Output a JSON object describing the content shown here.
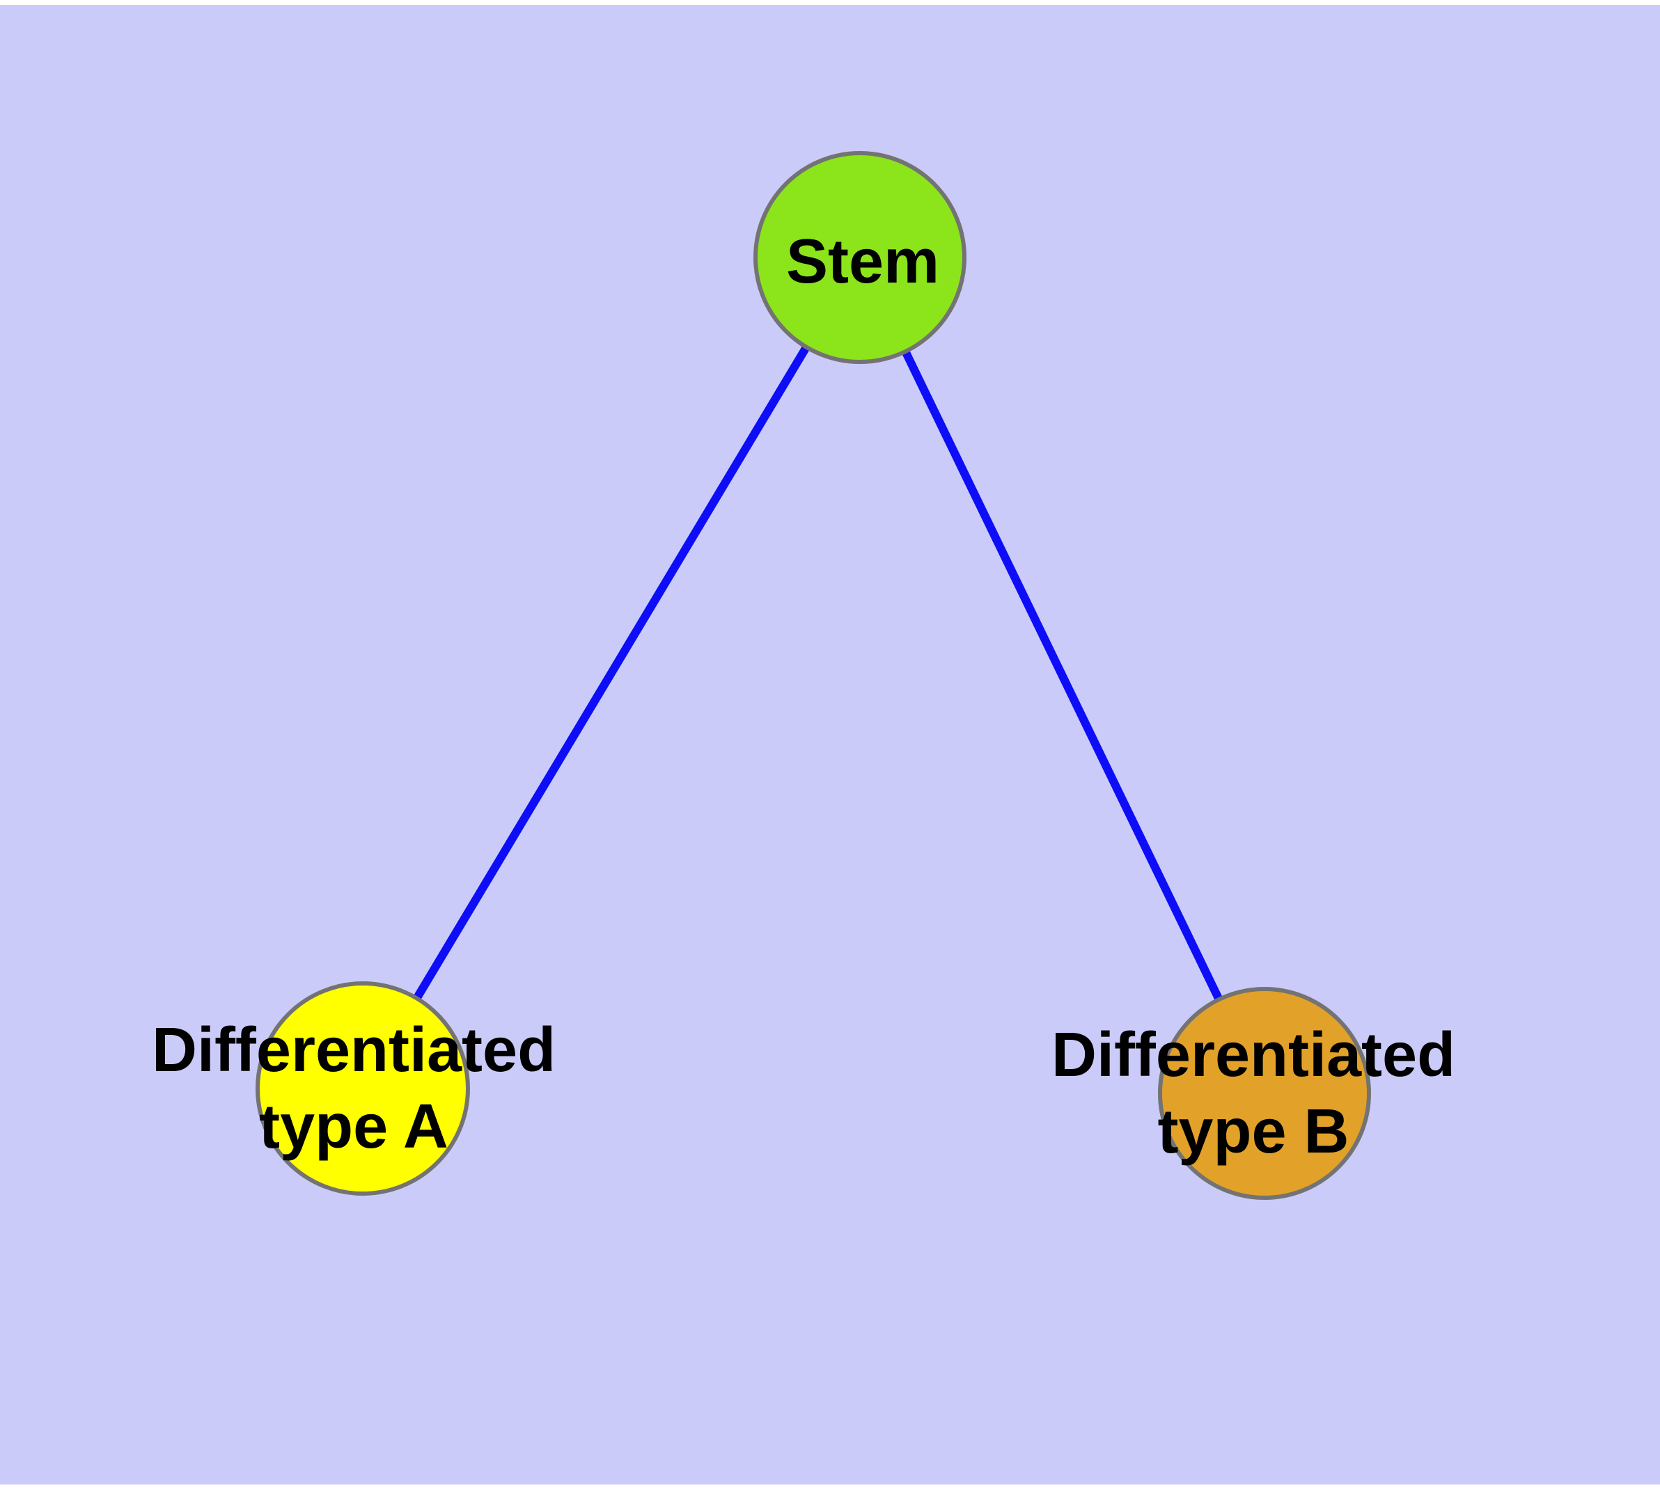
{
  "figure": {
    "type": "graph-diagram",
    "background_color": "#CBCBF9",
    "margin_color": "#FFFFFF",
    "edge_color": "#0D0DF8",
    "node_border_color": "#737373",
    "text_color": "#000000",
    "nodes": [
      {
        "id": "stem",
        "label": "Stem",
        "lines": [
          "Stem"
        ],
        "fill": "#8CE41A"
      },
      {
        "id": "differentiated-type-a",
        "label": "Differentiated type A",
        "lines": [
          "Differentiated",
          "type A"
        ],
        "fill": "#FFFF00"
      },
      {
        "id": "differentiated-type-b",
        "label": "Differentiated type B",
        "lines": [
          "Differentiated",
          "type B"
        ],
        "fill": "#E2A128"
      }
    ],
    "edges": [
      {
        "from": "Stem",
        "to": "Differentiated type A"
      },
      {
        "from": "Stem",
        "to": "Differentiated type B"
      }
    ]
  }
}
